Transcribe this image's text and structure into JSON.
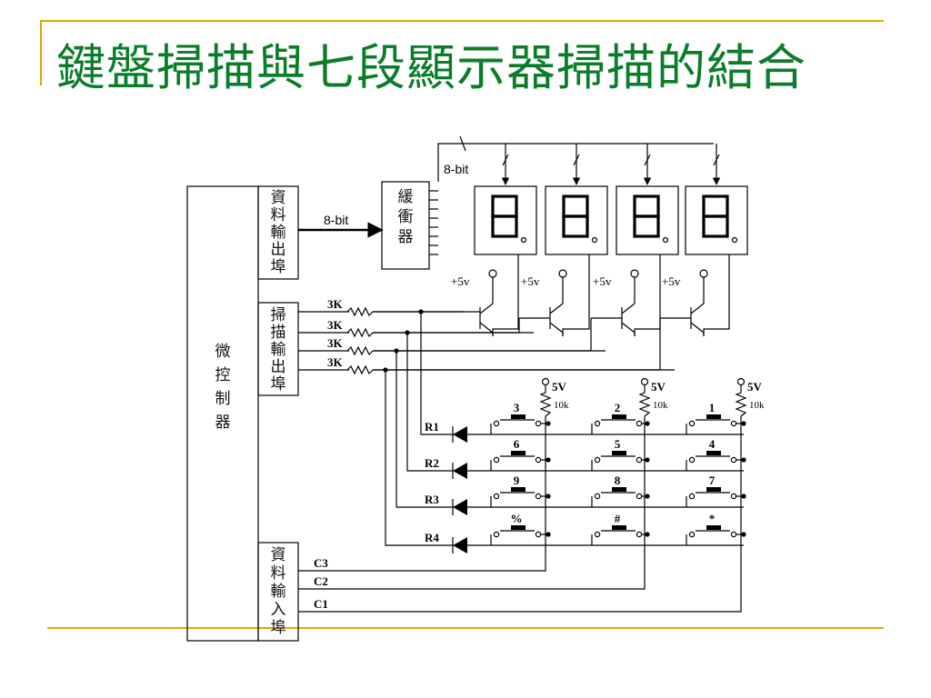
{
  "title": "鍵盤掃描與七段顯示器掃描的結合",
  "microcontroller": {
    "label": "微控制器"
  },
  "ports": {
    "data_out": "資料輸出埠",
    "scan_out": "掃描輸出埠",
    "data_in": "資料輸入埠"
  },
  "buffer": {
    "label": "緩衝器"
  },
  "bus_labels": {
    "to_buffer": "8-bit",
    "to_displays": "8-bit"
  },
  "supply_label": "+5v",
  "resistor_label": "3K",
  "pullup": {
    "voltage": "5V",
    "resistance": "10k"
  },
  "rows": [
    "R1",
    "R2",
    "R3",
    "R4"
  ],
  "columns": [
    "C3",
    "C2",
    "C1"
  ],
  "keys": [
    [
      "3",
      "2",
      "1"
    ],
    [
      "6",
      "5",
      "4"
    ],
    [
      "9",
      "8",
      "7"
    ],
    [
      "%",
      "#",
      "*"
    ]
  ],
  "display_digits": [
    "8",
    "8",
    "8",
    "8"
  ]
}
